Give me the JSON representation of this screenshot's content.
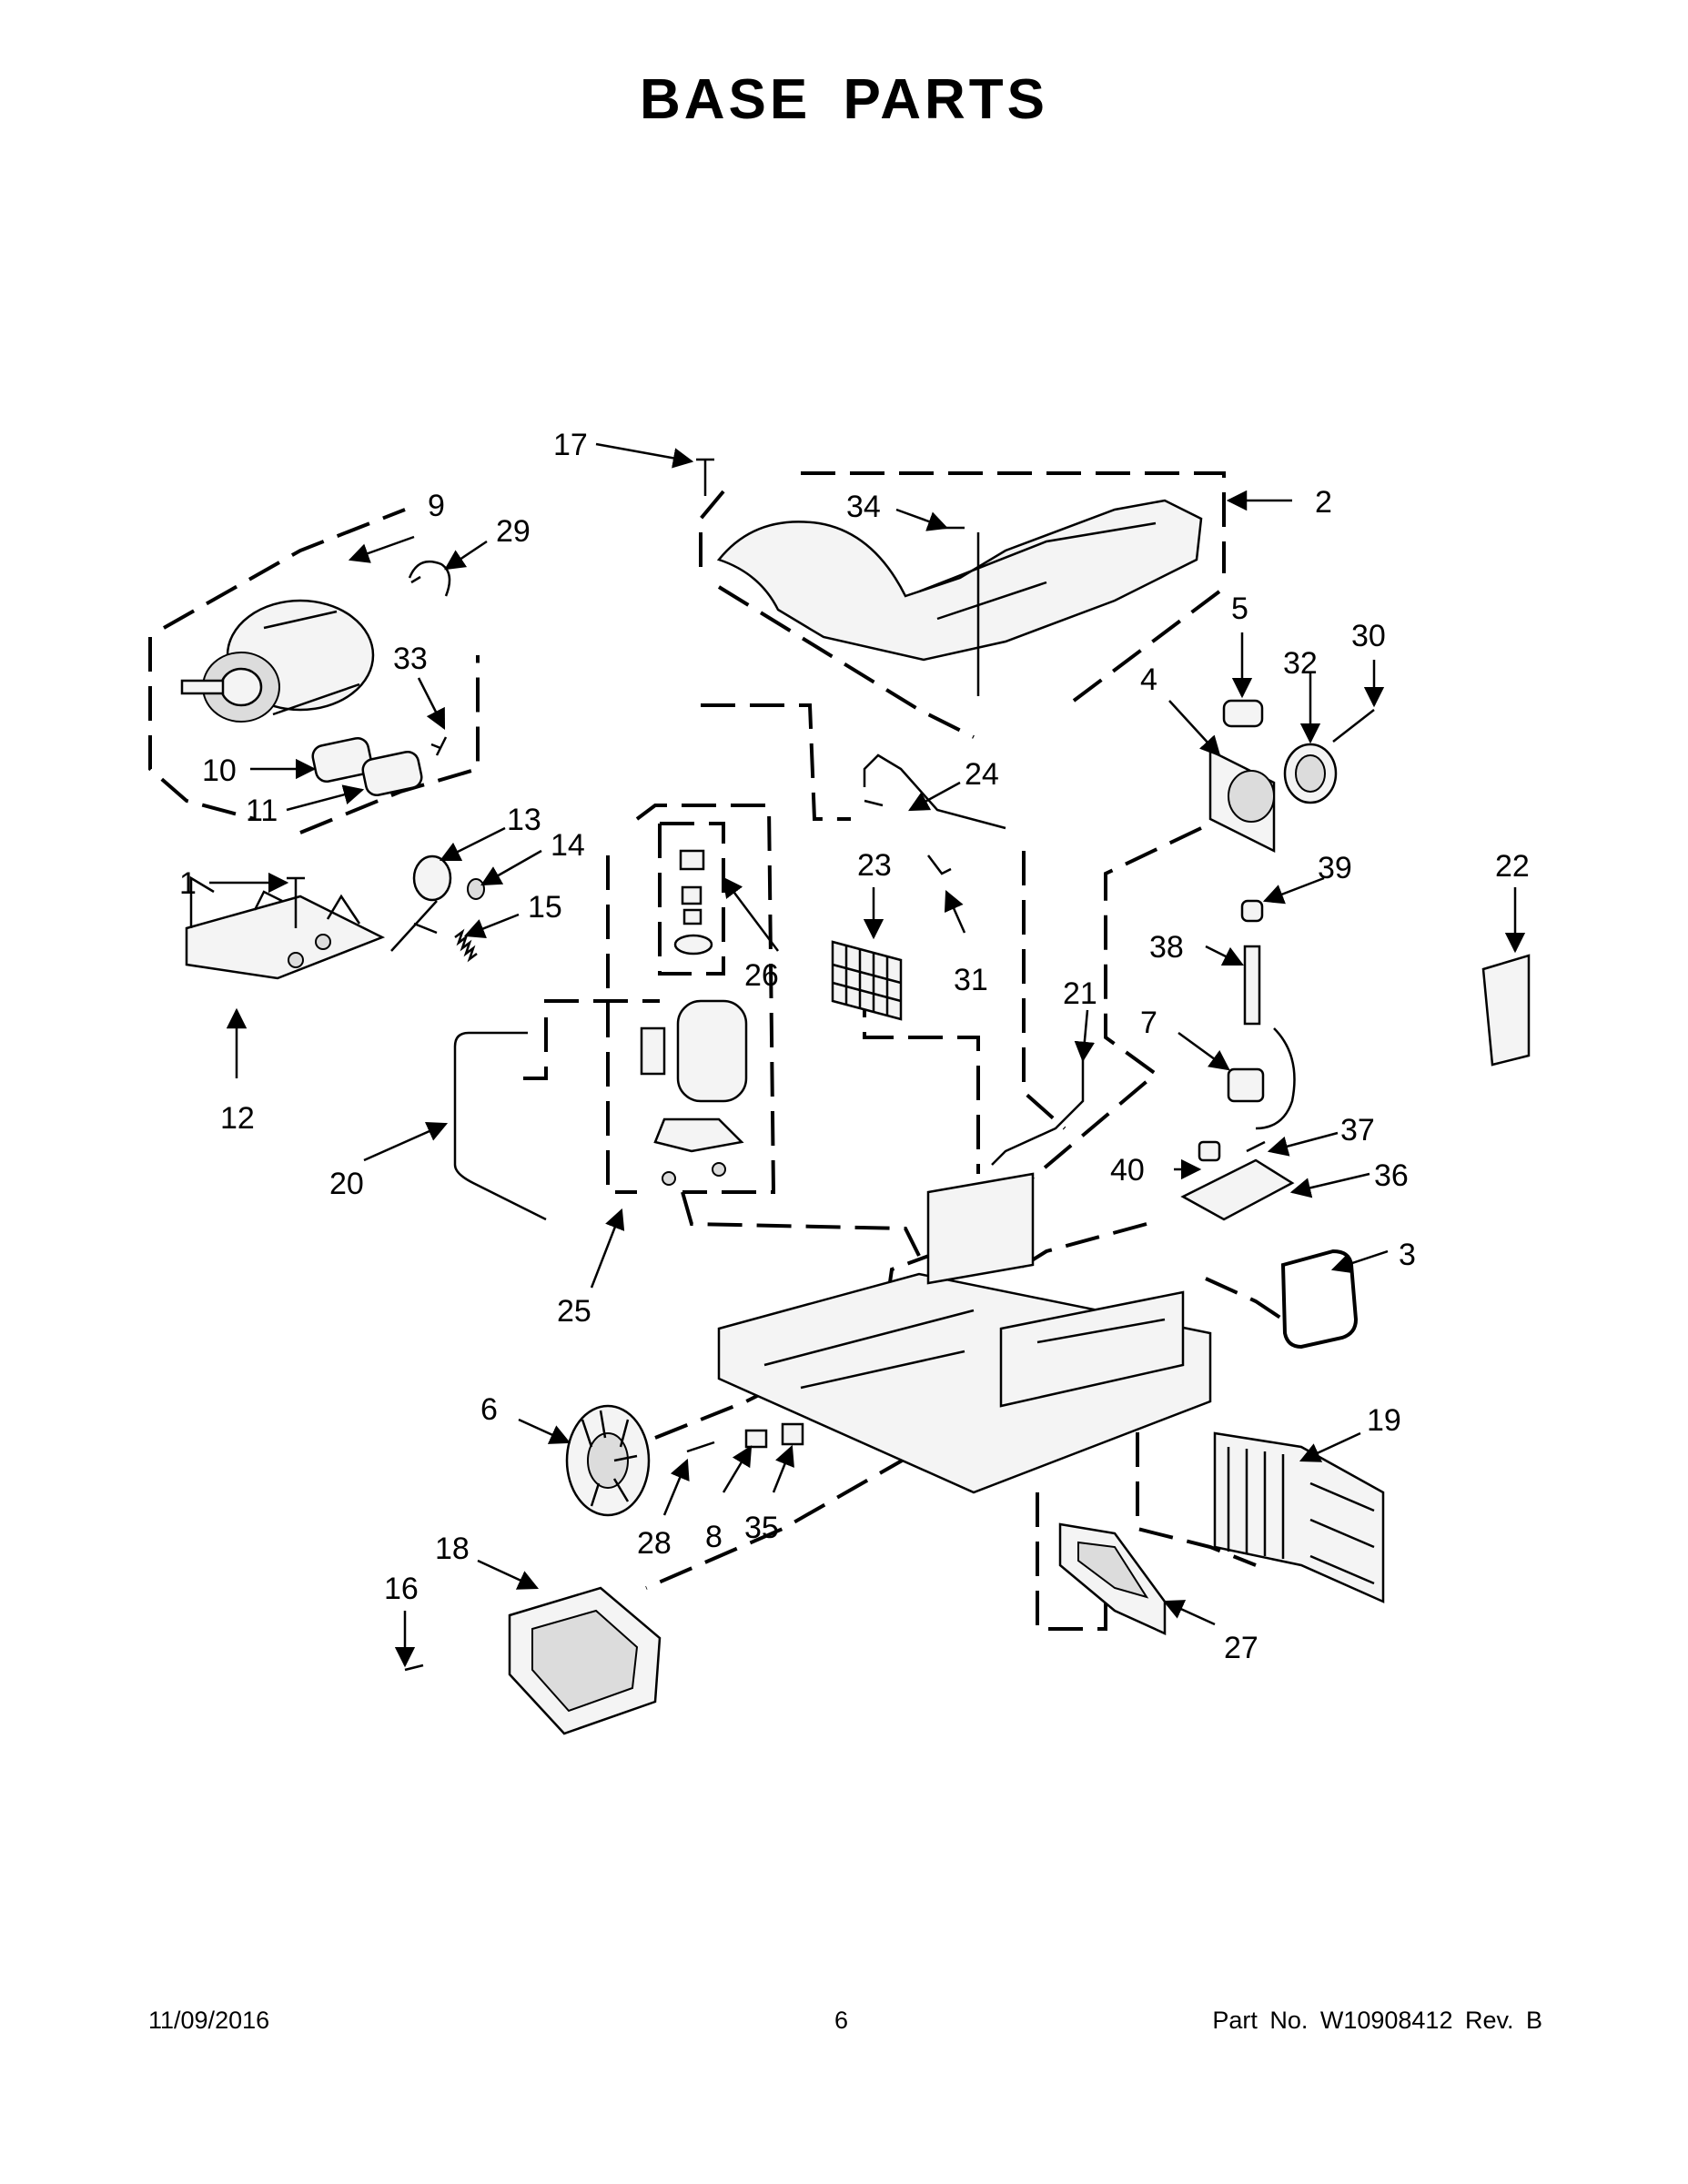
{
  "title": "BASE PARTS",
  "callouts": [
    "1",
    "2",
    "3",
    "4",
    "5",
    "6",
    "7",
    "8",
    "9",
    "10",
    "11",
    "12",
    "13",
    "14",
    "15",
    "16",
    "17",
    "18",
    "19",
    "20",
    "21",
    "22",
    "23",
    "24",
    "25",
    "26",
    "27",
    "28",
    "29",
    "30",
    "31",
    "32",
    "33",
    "34",
    "35",
    "36",
    "37",
    "38",
    "39",
    "40"
  ],
  "footer": {
    "date": "11/09/2016",
    "page": "6",
    "part_no": "Part No.  W10908412  Rev.  B"
  }
}
